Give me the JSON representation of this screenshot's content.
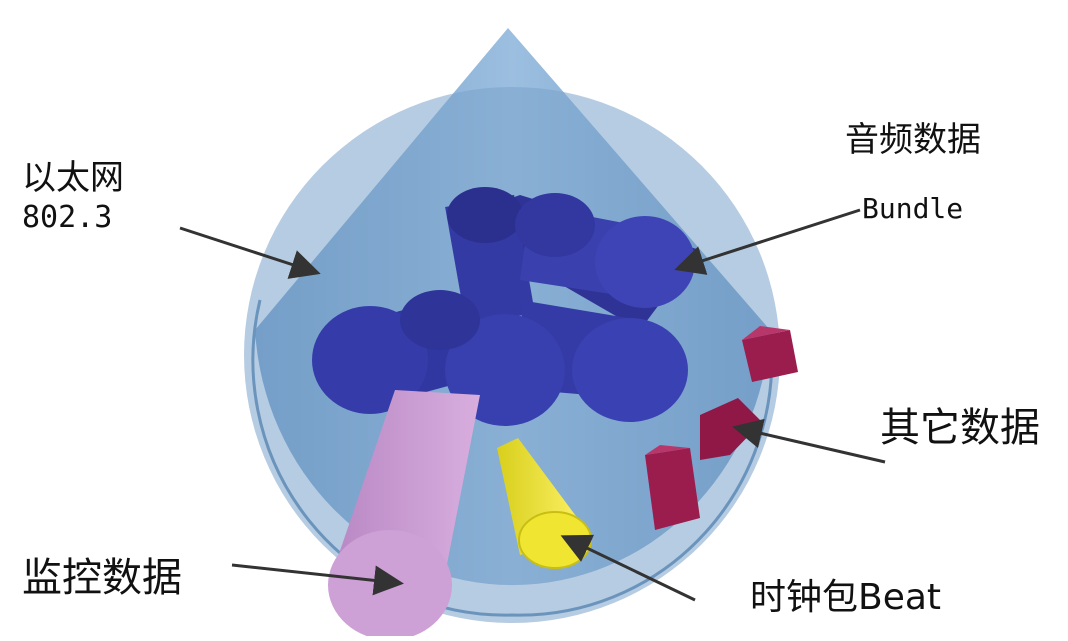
{
  "labels": {
    "ethernet": "以太网",
    "ethernet_std": "802.3",
    "audio_data": "音频数据",
    "bundle": "Bundle",
    "other_data": "其它数据",
    "monitor_data": "监控数据",
    "clock_beat": "时钟包Beat"
  },
  "colors": {
    "cone": "#86acd2",
    "cone_face": "#7aa3ca",
    "audio_bundle": "#3a3faa",
    "monitor": "#c99ad3",
    "clock": "#f0e631",
    "other": "#9b1d4e",
    "arrow": "#333333"
  }
}
